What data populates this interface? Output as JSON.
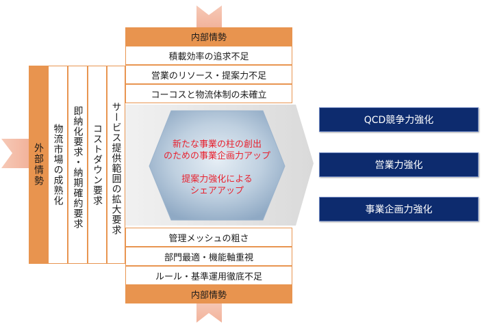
{
  "internal_top": {
    "header": "内部情勢",
    "items": [
      "積載効率の追求不足",
      "営業のリソース・提案力不足",
      "コーコスと物流体制の未確立"
    ]
  },
  "internal_bottom": {
    "items": [
      "管理メッシュの粗さ",
      "部門最適・機能軸重視",
      "ルール・基準運用徹底不足"
    ],
    "header": "内部情勢"
  },
  "external": {
    "header": "外部情勢",
    "items": [
      "物流市場の成熟化",
      "即納化要求・納期確約要求",
      "コストダウン要求",
      "サービス提供範囲の拡大要求"
    ]
  },
  "center": {
    "line1": "新たな事業の柱の創出",
    "line2": "のための事業企画力アップ",
    "line3": "提案力強化による",
    "line4": "シェアアップ"
  },
  "outcomes": [
    "QCD競争力強化",
    "営業力強化",
    "事業企画力強化"
  ],
  "colors": {
    "orange": "#e8944f",
    "navy": "#0d2b6e",
    "accent_red": "#e8222f"
  }
}
